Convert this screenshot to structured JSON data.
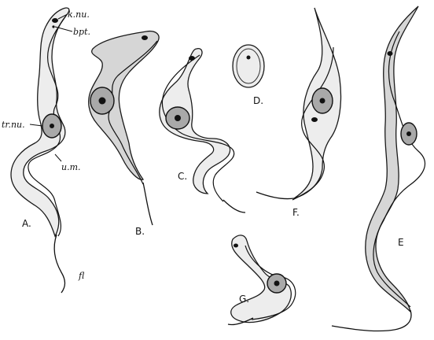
{
  "figure": {
    "structure_labels": {
      "kinetonucleus": "k.nu.",
      "blepharoplast": "bpt.",
      "trophonucleus": "tr.nu.",
      "undulating_membrane": "u.m.",
      "flagellum": "fl"
    },
    "panel_labels": {
      "A": "A.",
      "B": "B.",
      "C": "C.",
      "D": "D.",
      "E": "E",
      "F": "F.",
      "G": "G."
    }
  }
}
